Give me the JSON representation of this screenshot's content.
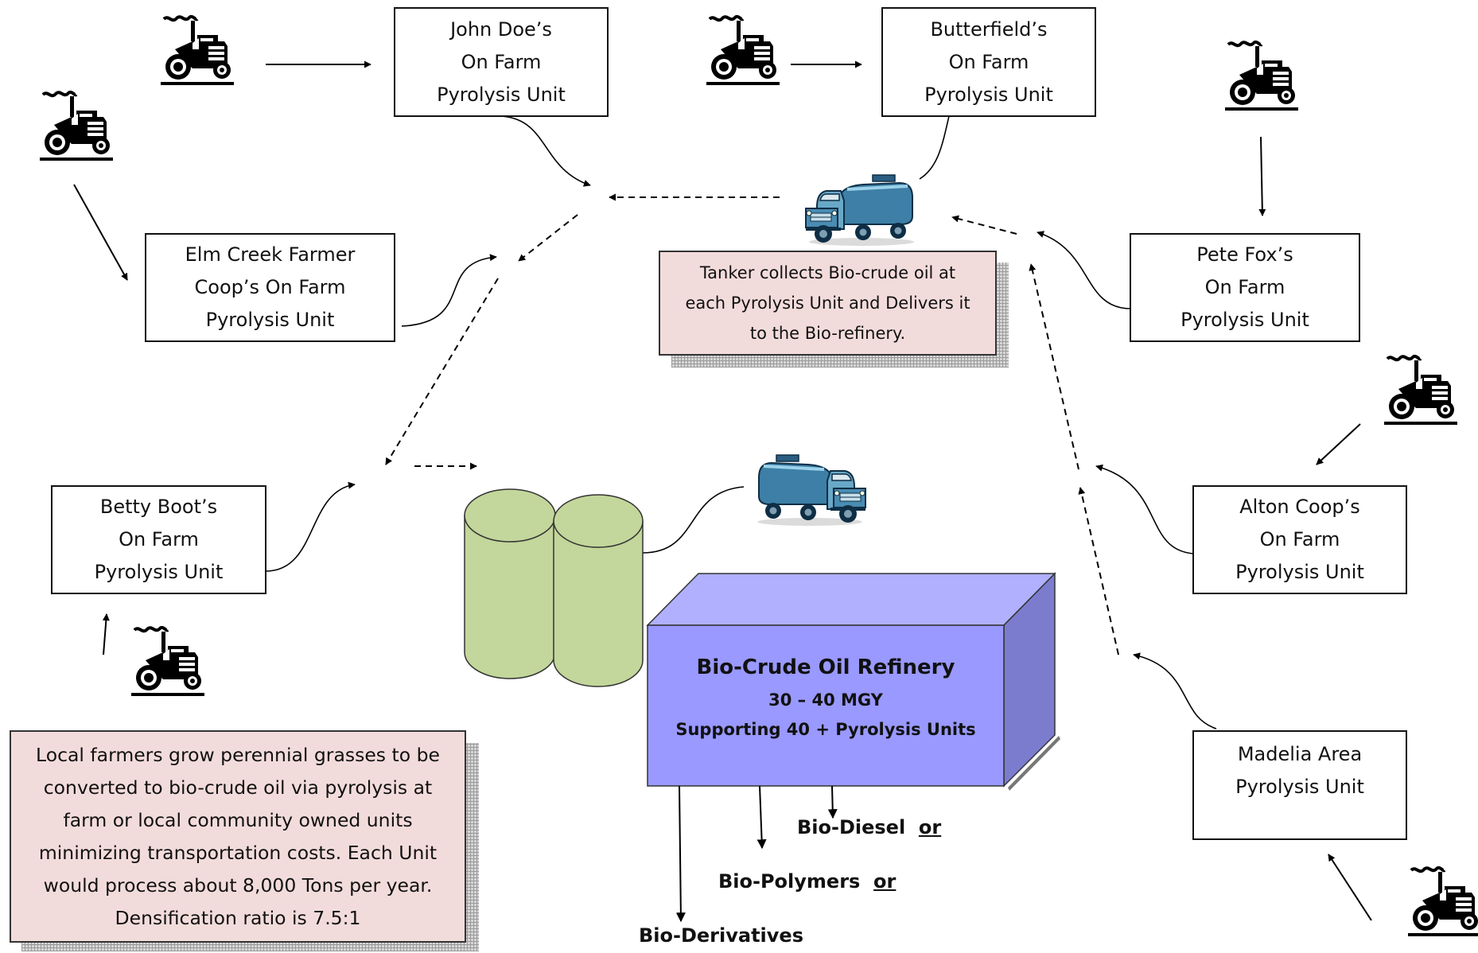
{
  "units": {
    "john_doe": [
      "John Doe’s",
      "On Farm",
      "Pyrolysis Unit"
    ],
    "butterfield": [
      "Butterfield’s",
      "On Farm",
      "Pyrolysis Unit"
    ],
    "elm_creek": [
      "Elm Creek Farmer",
      "Coop’s On Farm",
      "Pyrolysis Unit"
    ],
    "pete_fox": [
      "Pete Fox’s",
      "On Farm",
      "Pyrolysis Unit"
    ],
    "betty_boot": [
      "Betty Boot’s",
      "On Farm",
      "Pyrolysis Unit"
    ],
    "alton": [
      "Alton Coop’s",
      "On Farm",
      "Pyrolysis Unit"
    ],
    "madelia": [
      "Madelia Area",
      "Pyrolysis Unit"
    ]
  },
  "tanker_note": [
    "Tanker collects Bio-crude oil at",
    "each Pyrolysis Unit and Delivers it",
    "to the Bio-refinery."
  ],
  "farmers_note": [
    "Local farmers grow perennial grasses to be",
    "converted to bio-crude oil via pyrolysis at",
    "farm or local community owned units",
    "minimizing transportation costs.  Each Unit",
    "would process about 8,000 Tons per year.",
    "Densification ratio is 7.5:1"
  ],
  "refinery": {
    "title": "Bio-Crude Oil Refinery",
    "capacity": "30 – 40 MGY",
    "support": "Supporting 40 + Pyrolysis Units"
  },
  "products": {
    "diesel": "Bio-Diesel",
    "polymers": "Bio-Polymers",
    "derivatives": "Bio-Derivatives",
    "or": "or"
  },
  "icons": [
    "tractor-icon",
    "tanker-truck-icon",
    "storage-tank-icon"
  ],
  "colors": {
    "note_fill": "#f2dcdb",
    "refinery_front": "#9999ff",
    "refinery_top": "#b0b0ff",
    "refinery_side": "#7c7ccf",
    "tank_fill": "#c3d69b",
    "truck_body": "#3d7fa6"
  }
}
